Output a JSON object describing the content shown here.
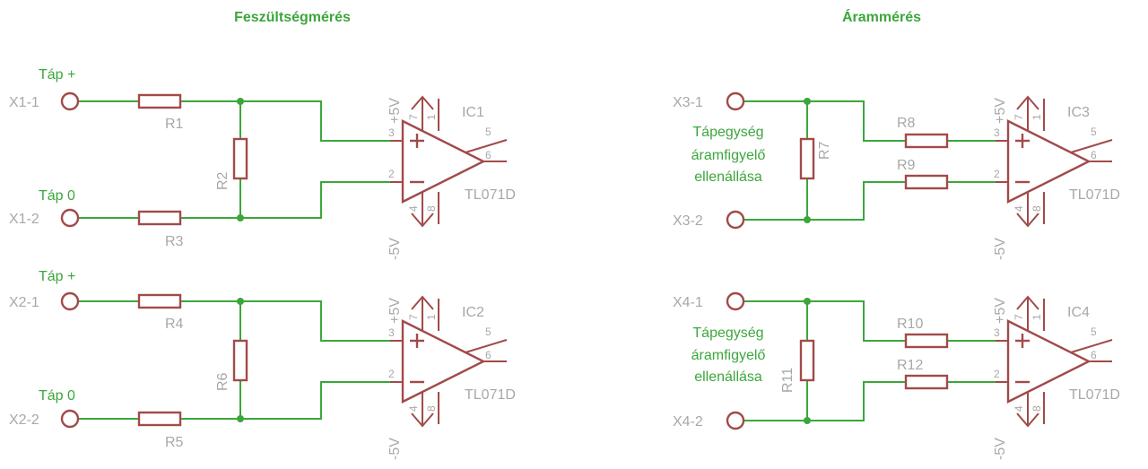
{
  "titles": {
    "left": "Feszültségmérés",
    "right": "Árammérés"
  },
  "green_labels": {
    "tap_plus_1": "Táp +",
    "tap_zero_1": "Táp 0",
    "tap_plus_2": "Táp +",
    "tap_zero_2": "Táp 0",
    "shunt_note_1": [
      "Tápegység",
      "áramfigyelő",
      "ellenállása"
    ],
    "shunt_note_2": [
      "Tápegység",
      "áramfigyelő",
      "ellenállása"
    ]
  },
  "connectors": [
    "X1-1",
    "X1-2",
    "X2-1",
    "X2-2",
    "X3-1",
    "X3-2",
    "X4-1",
    "X4-2"
  ],
  "resistors": [
    "R1",
    "R2",
    "R3",
    "R4",
    "R5",
    "R6",
    "R7",
    "R8",
    "R9",
    "R10",
    "R11",
    "R12"
  ],
  "ics": [
    {
      "name": "IC1",
      "value": "TL071D"
    },
    {
      "name": "IC2",
      "value": "TL071D"
    },
    {
      "name": "IC3",
      "value": "TL071D"
    },
    {
      "name": "IC4",
      "value": "TL071D"
    }
  ],
  "supply": {
    "pos": "+5V",
    "neg": "-5V"
  },
  "pins": {
    "p3": "3",
    "p2": "2",
    "p6": "6",
    "p5": "5",
    "p7": "7",
    "p1": "1",
    "p4": "4",
    "p8": "8"
  }
}
